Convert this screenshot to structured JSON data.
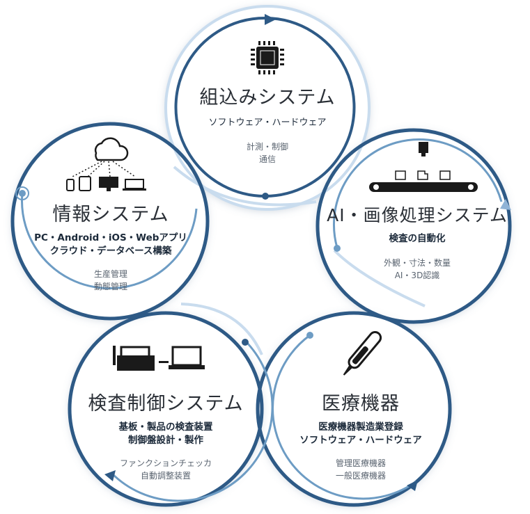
{
  "nodes": [
    {
      "id": "embedded",
      "title": "組込みシステム",
      "subtitle": [
        "ソフトウェア・ハードウェア"
      ],
      "details": [
        "計測・制御",
        "通信"
      ],
      "icon": "microchip-icon"
    },
    {
      "id": "ai-image",
      "title": "AI・画像処理システム",
      "subtitle": [
        "検査の自動化"
      ],
      "details": [
        "外観・寸法・数量",
        "AI・3D認識"
      ],
      "icon": "conveyor-camera-icon"
    },
    {
      "id": "medical",
      "title": "医療機器",
      "subtitle": [
        "医療機器製造業登録",
        "ソフトウェア・ハードウェア"
      ],
      "details": [
        "管理医療機器",
        "一般医療機器"
      ],
      "icon": "thermometer-icon"
    },
    {
      "id": "inspection",
      "title": "検査制御システム",
      "subtitle": [
        "基板・製品の検査装置",
        "制御盤設計・製作"
      ],
      "details": [
        "ファンクションチェッカ",
        "自動調整装置"
      ],
      "icon": "printer-laptop-icon"
    },
    {
      "id": "info",
      "title": "情報システム",
      "subtitle": [
        "PC・Android・iOS・Webアプリ",
        "クラウド・データベース構築"
      ],
      "details": [
        "生産管理",
        "動態管理"
      ],
      "icon": "cloud-devices-icon"
    }
  ],
  "colors": {
    "dark_ring": "#2e5a86",
    "mid_ring": "#6d9cc4",
    "light_ring": "#c9dcee",
    "icon": "#1a1a1a",
    "title": "#2a2f36",
    "detail": "#5a6470"
  }
}
